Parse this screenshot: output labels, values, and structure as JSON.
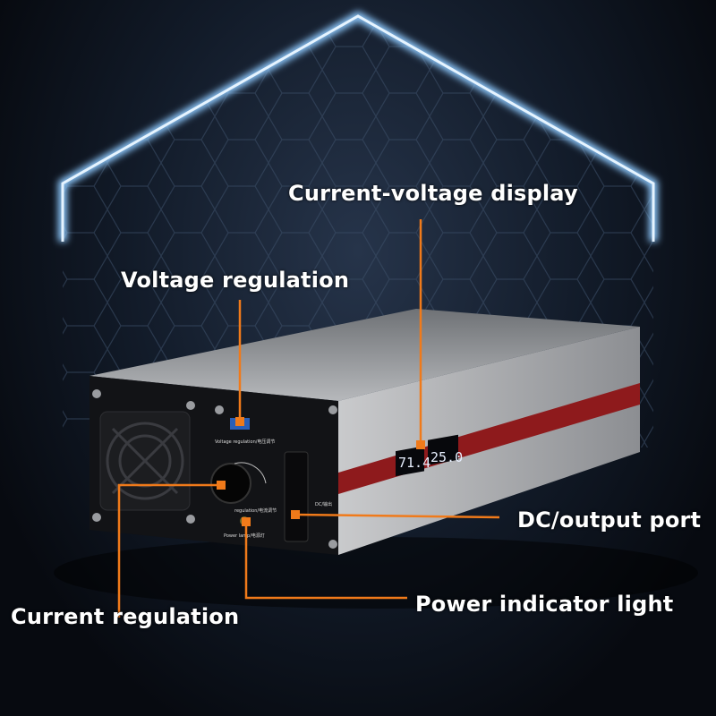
{
  "labels": {
    "current_voltage_display": "Current-voltage display",
    "voltage_regulation": "Voltage regulation",
    "current_regulation": "Current regulation",
    "power_indicator_light": "Power indicator light",
    "dc_output_port": "DC/output port"
  },
  "device": {
    "voltage_reading": "71.4",
    "current_reading": "25.0",
    "voltage_regulation_text": "Voltage regulation/电压调节",
    "current_regulation_text": "regulation/电流调节",
    "power_lamp_text": "Power lamp/电源灯",
    "dc_text": "DC/输出"
  },
  "colors": {
    "accent": "#f07a1a",
    "stripe": "#8e1a1c",
    "glow": "#bfe2ff"
  }
}
